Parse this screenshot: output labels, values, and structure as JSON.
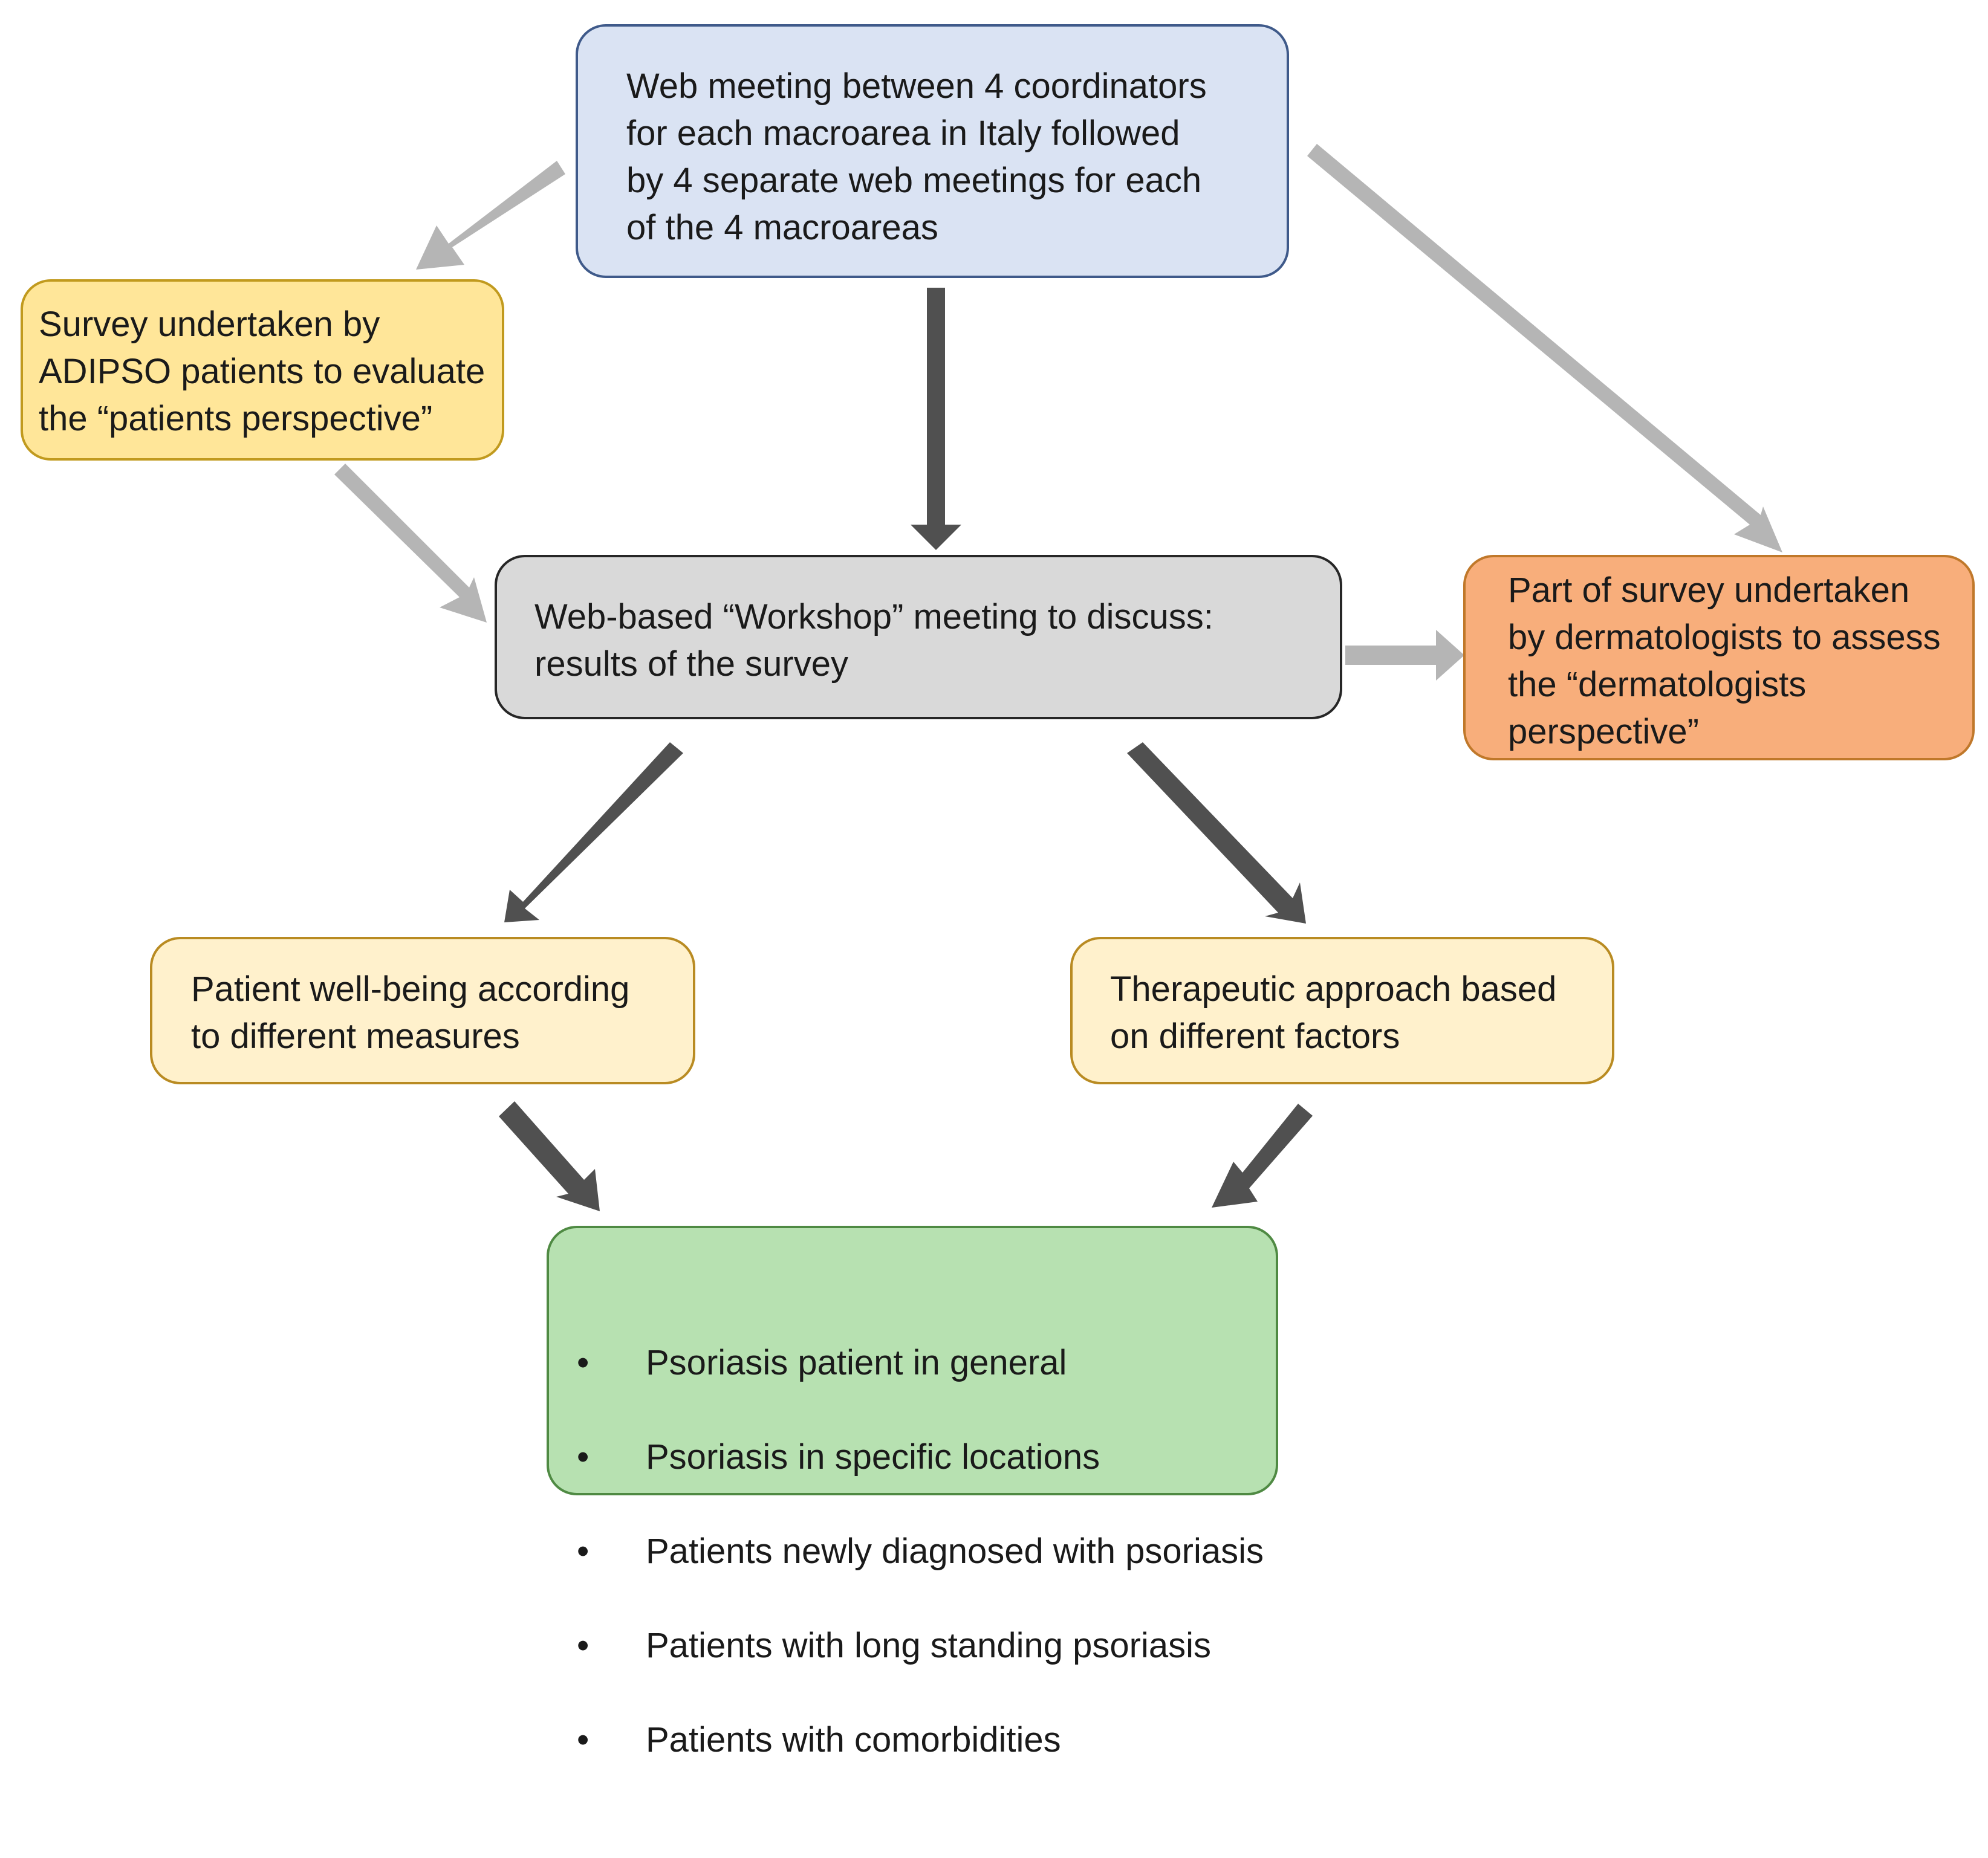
{
  "diagram": {
    "nodes": {
      "top": {
        "text": "Web meeting between 4 coordinators\nfor each macroarea in Italy followed\nby 4 separate web meetings for each\nof the 4 macroareas"
      },
      "survey_patients": {
        "text": "Survey undertaken by\nADIPSO patients to evaluate\nthe “patients perspective”"
      },
      "workshop": {
        "text": "Web-based “Workshop” meeting to discuss:\nresults of the survey"
      },
      "survey_dermatologists": {
        "text": "Part of survey undertaken\nby dermatologists to assess\nthe “dermatologists\nperspective”"
      },
      "wellbeing": {
        "text": "Patient well-being according\nto different measures"
      },
      "therapeutic": {
        "text": "Therapeutic approach based\non different factors"
      },
      "patient_groups": {
        "items": [
          "Psoriasis patient in general",
          "Psoriasis in specific locations",
          "Patients newly diagnosed with psoriasis",
          "Patients with long standing psoriasis",
          "Patients with comorbidities"
        ]
      }
    },
    "colors": {
      "arrow_light": "#b5b5b5",
      "arrow_dark": "#505050",
      "top_fill": "#dae3f3",
      "survey_patients_fill": "#ffe699",
      "workshop_fill": "#d9d9d9",
      "survey_dermatologists_fill": "#f8ae7b",
      "outcome_fill": "#fff1cc",
      "list_fill": "#b7e1b1"
    }
  }
}
